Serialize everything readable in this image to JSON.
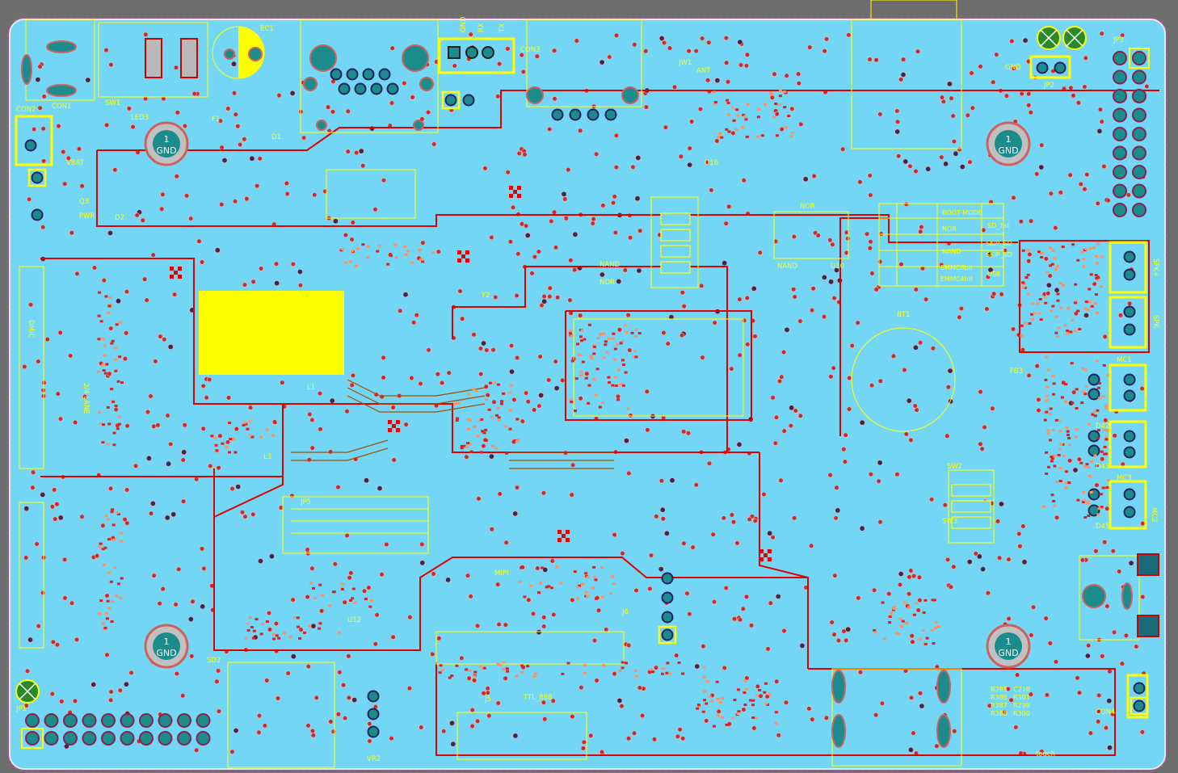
{
  "board": {
    "colors": {
      "background": "#6e6e6e",
      "board_fill": "#74d6f5",
      "silkscreen": "#ffff00",
      "copper_trace": "#e00000",
      "via": "#c03030",
      "pad": "#1a8c8c",
      "outline": "#e8e8e8"
    }
  },
  "labels": {
    "gnd_tl": "GND",
    "gnd_tr": "GND",
    "gnd_bl": "GND",
    "gnd_br": "GND",
    "gnd_num": "1",
    "con3": "CON3",
    "con2": "CON2",
    "con1": "CON1",
    "ec1": "EC1",
    "sw1": "SW1",
    "led3": "LED3",
    "vbat": "VBAT",
    "jp3": "JP3",
    "jp2": "JP2",
    "jp1": "JP1",
    "gnd_jp2": "GND",
    "con3_pins": [
      "GND",
      "RX",
      "TX"
    ],
    "nor": "NOR",
    "nand": "NAND",
    "ant": "ANT",
    "jw1": "JW1",
    "u16": "U16",
    "u10": "U10",
    "u12": "U12",
    "l1": "L1",
    "l3": "L3",
    "y2": "Y2",
    "bt1": "BT1",
    "sw2": "SW2",
    "sw3": "SW3",
    "sd2": "SD2",
    "vr2": "VR2",
    "j5": "J5",
    "j6": "J6",
    "mipi": "MIPI",
    "ttl": "TTL_888",
    "dmic": "DMIC",
    "lane": "2/4 LANE",
    "boot_mode": "BOOT MODE",
    "boot_rows": [
      "NOR",
      "NAND",
      "EMMC8bit",
      "EMMC4bit"
    ],
    "boot_cols": [
      "SD_1st",
      "SKIP_SD",
      "SKIP_SD",
      "USB"
    ],
    "spk_r": "SPK+",
    "spk_l": "SPK-",
    "mc1": "MC1",
    "mc2": "MC2",
    "mc3": "MC3",
    "d42": "D42",
    "d43": "D43",
    "d45": "D45",
    "con4": "CON4",
    "touch": "touch",
    "jp5": "JP5",
    "r_labels": [
      "R385",
      "R386",
      "R387",
      "R388",
      "C218",
      "R301",
      "R299",
      "R300"
    ],
    "gnd_d": "D1",
    "q3": "Q3",
    "f1": "F1",
    "d2": "D2",
    "pwr": "PWR",
    "fb3": "FB3",
    "tp_label": "JP5"
  }
}
